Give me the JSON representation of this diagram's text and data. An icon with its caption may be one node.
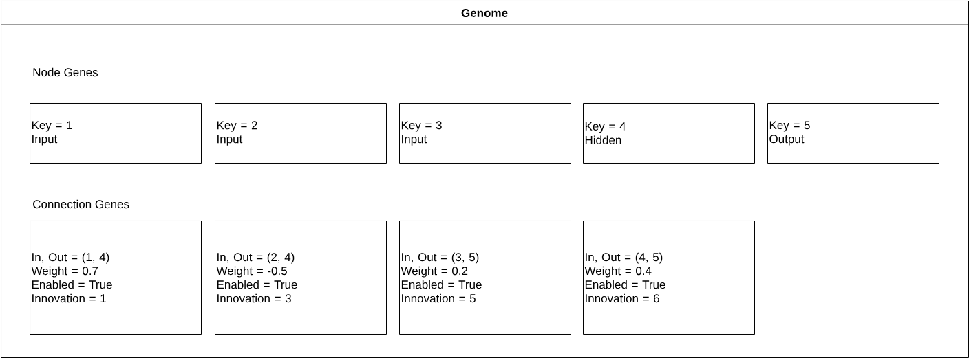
{
  "diagram": {
    "nodes": [
      {
        "text": [
          "Genome"
        ]
      },
      {
        "text": [
          "Key = 1",
          "Input"
        ],
        "in": 0
      },
      {
        "text": [
          "Key = 2",
          "Input"
        ],
        "in": 0
      },
      {
        "text": [
          "Key = 3",
          "Input"
        ],
        "in": 0
      },
      {
        "text": [
          "Key = 4",
          "Hidden"
        ],
        "in": 0
      },
      {
        "text": [
          "Key = 5",
          "Output"
        ],
        "in": 0
      },
      {
        "text": [
          "In, Out = (1, 4)",
          "Weight = 0.7",
          "Enabled = True",
          "Innovation = 1"
        ],
        "in": 0
      },
      {
        "text": [
          "In, Out = (2, 4)",
          "Weight = -0.5",
          "Enabled = True",
          "Innovation = 3"
        ],
        "in": 0
      },
      {
        "text": [
          "In, Out = (3, 5)",
          "Weight = 0.2",
          "Enabled = True",
          "Innovation = 5"
        ],
        "in": 0
      },
      {
        "text": [
          "In, Out = (4, 5)",
          "Weight = 0.4",
          "Enabled = True",
          "Innovation = 6"
        ],
        "in": 0
      }
    ],
    "labels": [
      "Node Genes",
      "Connection Genes"
    ]
  }
}
